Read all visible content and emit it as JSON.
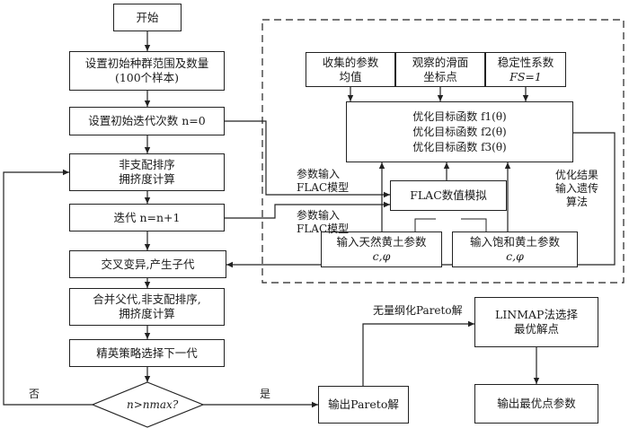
{
  "nodes": {
    "start": "开始",
    "init_pop_1": "设置初始种群范围及数量",
    "init_pop_2": "(100个样本)",
    "init_iter": "设置初始迭代次数 n=0",
    "sort_1": "非支配排序",
    "sort_2": "拥挤度计算",
    "iterate": "迭代 n=n+1",
    "crossover": "交叉变异,产生子代",
    "merge_1": "合并父代,非支配排序,",
    "merge_2": "拥挤度计算",
    "elite": "精英策略选择下一代",
    "decision": "n>nmax?",
    "output_pareto": "输出Pareto解",
    "linmap_1": "LINMAP法选择",
    "linmap_2": "最优解点",
    "output_best": "输出最优点参数",
    "collect_1": "收集的参数",
    "collect_2": "均值",
    "observe_1": "观察的滑面",
    "observe_2": "坐标点",
    "stability_1": "稳定性系数",
    "stability_2": "FS=1",
    "objective_1": "优化目标函数 f1(θ)",
    "objective_2": "优化目标函数 f2(θ)",
    "objective_3": "优化目标函数 f3(θ)",
    "flac_sim": "FLAC数值模拟",
    "natural_1": "输入天然黄土参数",
    "natural_2": "c,φ",
    "saturated_1": "输入饱和黄土参数",
    "saturated_2": "c,φ"
  },
  "labels": {
    "param_input_a_1": "参数输入",
    "param_input_a_2": "FLAC模型",
    "param_input_b_1": "参数输入",
    "param_input_b_2": "FLAC模型",
    "opt_result_1": "优化结果",
    "opt_result_2": "输入遗传",
    "opt_result_3": "算法",
    "no": "否",
    "yes": "是",
    "dimensionless": "无量纲化Pareto解"
  }
}
